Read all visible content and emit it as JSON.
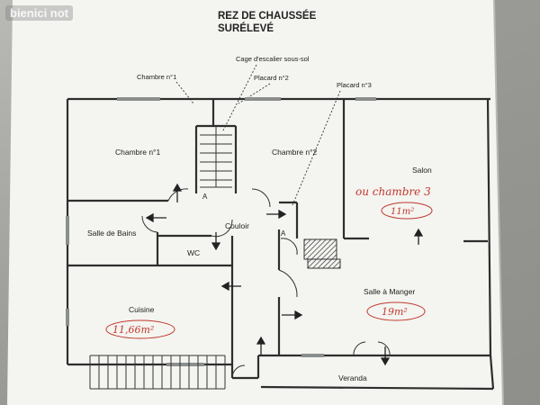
{
  "watermark": "bienici not",
  "title": {
    "line1": "REZ DE CHAUSSÉE",
    "line2": "SURÉLEVÉ"
  },
  "callouts": {
    "chambre1": "Chambre n°1",
    "cage": "Cage d'escalier sous-sol",
    "placard2": "Placard n°2",
    "placard3": "Placard n°3"
  },
  "rooms": {
    "chambre1": "Chambre n°1",
    "chambre2": "Chambre n°2",
    "salon": "Salon",
    "salle_de_bains": "Salle de Bains",
    "couloir": "Couloir",
    "wc": "WC",
    "cuisine": "Cuisine",
    "salle_a_manger": "Salle à Manger",
    "veranda": "Veranda"
  },
  "markers": {
    "a1": "A",
    "a2": "A"
  },
  "annotations": {
    "ou_chambre": "ou chambre 3",
    "salon_area": "11m²",
    "cuisine_area": "11,66m²",
    "sam_area": "19m²"
  },
  "colors": {
    "wall": "#2e2e2e",
    "window": "#8a8e8c",
    "annotation": "#c0392b",
    "paper": "#f4f4f1"
  }
}
